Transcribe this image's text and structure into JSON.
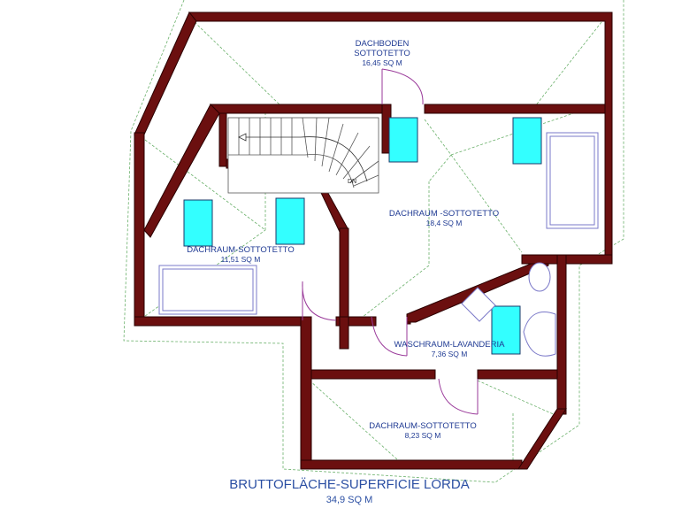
{
  "rooms": [
    {
      "id": "dachboden",
      "name_line1": "DACHBODEN",
      "name_line2": "SOTTOTETTO",
      "area": "16,45 SQ M"
    },
    {
      "id": "dachraum-right",
      "name": "DACHRAUM -SOTTOTETTO",
      "area": "18,4 SQ M"
    },
    {
      "id": "dachraum-left",
      "name": "DACHRAUM-SOTTOTETTO",
      "area": "11,51 SQ M"
    },
    {
      "id": "waschraum",
      "name": "WASCHRAUM-LAVANDERIA",
      "area": "7,36 SQ M"
    },
    {
      "id": "dachraum-bottom",
      "name": "DACHRAUM-SOTTOTETTO",
      "area": "8,23 SQ M"
    }
  ],
  "stairs": {
    "label": "DN"
  },
  "summary": {
    "title": "BRUTTOFLÄCHE-SUPERFICIE LORDA",
    "total": "34,9 SQ M"
  },
  "colors": {
    "wall": "#6b0f0f",
    "window": "#33ffff",
    "roof_lines": "#6ab06a",
    "text": "#1f3a93"
  }
}
